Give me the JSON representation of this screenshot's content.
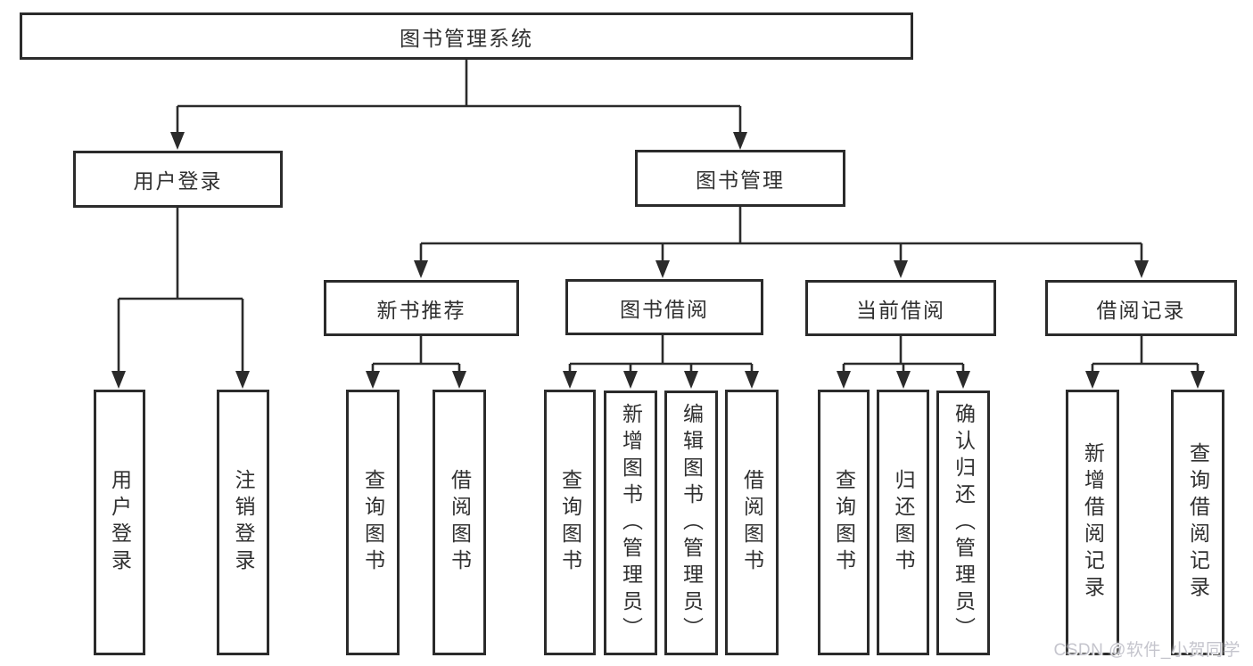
{
  "diagram_title": "图书管理系统",
  "watermark": "CSDN @软件_小贺同学",
  "colors": {
    "line": "#2b2b2b",
    "box_border": "#2b2b2b",
    "text": "#303030",
    "background": "#ffffff",
    "watermark": "#c5c5cd"
  },
  "nodes": {
    "root": "图书管理系统",
    "user_login": "用户登录",
    "book_management": "图书管理",
    "new_book_recommend": "新书推荐",
    "book_borrow": "图书借阅",
    "current_borrow": "当前借阅",
    "borrow_records": "借阅记录",
    "login_user_login": "用户登录",
    "login_logout": "注销登录",
    "rec_query_book": "查询图书",
    "rec_borrow_book": "借阅图书",
    "bb_query_book": "查询图书",
    "bb_add_book_admin": "新增图书（管理员）",
    "bb_edit_book_admin": "编辑图书（管理员）",
    "bb_borrow_book": "借阅图书",
    "cb_query_book": "查询图书",
    "cb_return_book": "归还图书",
    "cb_confirm_return_admin": "确认归还（管理员）",
    "br_add_record": "新增借阅记录",
    "br_query_record": "查询借阅记录"
  }
}
